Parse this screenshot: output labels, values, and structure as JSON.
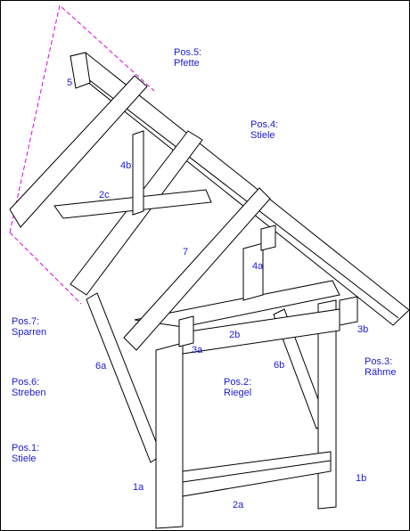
{
  "positions": [
    {
      "title": "Pos.5:",
      "name": "Pfette"
    },
    {
      "title": "Pos.4:",
      "name": "Stiele"
    },
    {
      "title": "Pos.3:",
      "name": "Rähme"
    },
    {
      "title": "Pos.2:",
      "name": "Riegel"
    },
    {
      "title": "Pos.7:",
      "name": "Sparren"
    },
    {
      "title": "Pos.6:",
      "name": "Streben"
    },
    {
      "title": "Pos.1:",
      "name": "Stiele"
    }
  ],
  "part_labels": [
    "5",
    "4b",
    "2c",
    "7",
    "4a",
    "3a",
    "2b",
    "3b",
    "6b",
    "6a",
    "1a",
    "1b",
    "2a"
  ],
  "colors": {
    "label": "#1a1ad8",
    "outline": "#000000",
    "hip_dashed": "#e000e0"
  }
}
